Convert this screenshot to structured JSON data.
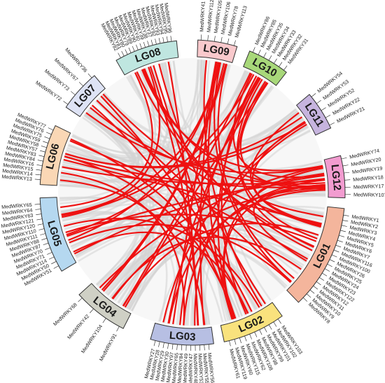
{
  "chromosomes": [
    {
      "name": "LG01",
      "color": "#f4b59c",
      "genes": [
        "MedWRKY1",
        "MedWRKY2",
        "MedWRKY3",
        "MedWRKY4",
        "MedWRKY5",
        "MedWRKY6",
        "MedWRKY7",
        "MedWRKY116",
        "MedWRKY100",
        "MedWRKY26",
        "MedWRKY25",
        "MedWRKY24",
        "MedWRKY23",
        "MedWRKY122",
        "MedWRKY12",
        "MedWRKY11",
        "MedWRKY10",
        "MedWRKY9",
        "MedWRKY8"
      ]
    },
    {
      "name": "LG02",
      "color": "#f9e27d",
      "genes": [
        "MedWRKY103",
        "MedWRKY102",
        "MedWRKY101",
        "MedWRKY99",
        "MedWRKY98",
        "MedWRKY108",
        "MedWRKY62",
        "MedWRKY115",
        "MedWRKY60",
        "MedWRKY119",
        "MedWRKY61"
      ]
    },
    {
      "name": "LG03",
      "color": "#b7bfe3",
      "genes": [
        "MedWRKY56",
        "MedWRKY55",
        "MedWRKY53",
        "MedWRKY48",
        "MedWRKY47",
        "MedWRKY49",
        "MedWRKY84",
        "MedWRKY65",
        "MedWRKY97",
        "MedWRKY30",
        "MedWRKY29",
        "MedWRKY28",
        "MedWRKY27"
      ]
    },
    {
      "name": "LG04",
      "color": "#cfd0c5",
      "genes": [
        "MedWRKY91",
        "MedWRKY104",
        "MedWRKY42",
        "MedWRKY68"
      ]
    },
    {
      "name": "LG05",
      "color": "#b5d8f0",
      "genes": [
        "MedWRKY51",
        "MedWRKY50",
        "MedWRKY114",
        "MedWRKY71",
        "MedWRKY70",
        "MedWRKY87",
        "MedWRKY88",
        "MedWRKY111",
        "MedWRKY110",
        "MedWRKY120",
        "MedWRKY121",
        "MedWRKY63",
        "MedWRKY64",
        "MedWRKY65"
      ]
    },
    {
      "name": "LG06",
      "color": "#fad7b5",
      "genes": [
        "MedWRKY13",
        "MedWRKY14",
        "MedWRKY15",
        "MedWRKY16",
        "MedWRKY84",
        "MedWRKY83",
        "MedWRKY57",
        "MedWRKY58",
        "MedWRKY59",
        "MedWRKY75",
        "MedWRKY76",
        "MedWRKY77"
      ]
    },
    {
      "name": "LG07",
      "color": "#dee3f5",
      "genes": [
        "MedWRKY72",
        "MedWRKY73",
        "MedWRKY67",
        "MedWRKY36"
      ]
    },
    {
      "name": "LG08",
      "color": "#bfe6e0",
      "genes": [
        "MedWRKY82",
        "MedWRKY81",
        "MedWRKY80",
        "MedWRKY79",
        "MedWRKY89",
        "MedWRKY90",
        "MedWRKY40",
        "MedWRKY39",
        "MedWRKY38",
        "MedWRKY37",
        "MedWRKY92",
        "MedWRKY93",
        "MedWRKY94",
        "MedWRKY95",
        "MedWRKY96"
      ]
    },
    {
      "name": "LG09",
      "color": "#f9c9cc",
      "genes": [
        "MedWRKY41",
        "MedWRKY112",
        "MedWRKY105",
        "MedWRKY106",
        "MedWRKY78",
        "MedWRKY113"
      ]
    },
    {
      "name": "LG10",
      "color": "#a8d87a",
      "genes": [
        "MedWRKY86",
        "MedWRKY85",
        "MedWRKY35",
        "MedWRKY34",
        "MedWRKY33",
        "MedWRKY32",
        "MedWRKY31"
      ]
    },
    {
      "name": "LG11",
      "color": "#c6b4de",
      "genes": [
        "MedWRKY54",
        "MedWRKY53",
        "MedWRKY52",
        "MedWRKY22",
        "MedWRKY21"
      ]
    },
    {
      "name": "LG12",
      "color": "#f29cd0",
      "genes": [
        "MedWRKY74",
        "MedWRKY20",
        "MedWRKY19",
        "MedWRKY18",
        "MedWRKY17",
        "MedWRKY107"
      ]
    }
  ],
  "link_colors": {
    "segmental_duplication": "#ee1111",
    "collinear_background": "#d4d4d4"
  },
  "segmental_pairs": [
    [
      "LG09",
      "LG04"
    ],
    [
      "LG09",
      "LG03"
    ],
    [
      "LG09",
      "LG05"
    ],
    [
      "LG09",
      "LG01"
    ],
    [
      "LG09",
      "LG02"
    ],
    [
      "LG08",
      "LG01"
    ],
    [
      "LG08",
      "LG02"
    ],
    [
      "LG08",
      "LG05"
    ],
    [
      "LG08",
      "LG03"
    ],
    [
      "LG08",
      "LG12"
    ],
    [
      "LG07",
      "LG01"
    ],
    [
      "LG07",
      "LG12"
    ],
    [
      "LG07",
      "LG02"
    ],
    [
      "LG06",
      "LG01"
    ],
    [
      "LG06",
      "LG12"
    ],
    [
      "LG06",
      "LG02"
    ],
    [
      "LG06",
      "LG11"
    ],
    [
      "LG06",
      "LG03"
    ],
    [
      "LG05",
      "LG01"
    ],
    [
      "LG05",
      "LG12"
    ],
    [
      "LG05",
      "LG02"
    ],
    [
      "LG05",
      "LG10"
    ],
    [
      "LG04",
      "LG12"
    ],
    [
      "LG04",
      "LG01"
    ],
    [
      "LG04",
      "LG10"
    ],
    [
      "LG03",
      "LG12"
    ],
    [
      "LG03",
      "LG10"
    ],
    [
      "LG03",
      "LG11"
    ],
    [
      "LG02",
      "LG12"
    ],
    [
      "LG02",
      "LG10"
    ],
    [
      "LG10",
      "LG01"
    ],
    [
      "LG11",
      "LG01"
    ],
    [
      "LG01",
      "LG12"
    ],
    [
      "LG12",
      "LG10"
    ]
  ]
}
